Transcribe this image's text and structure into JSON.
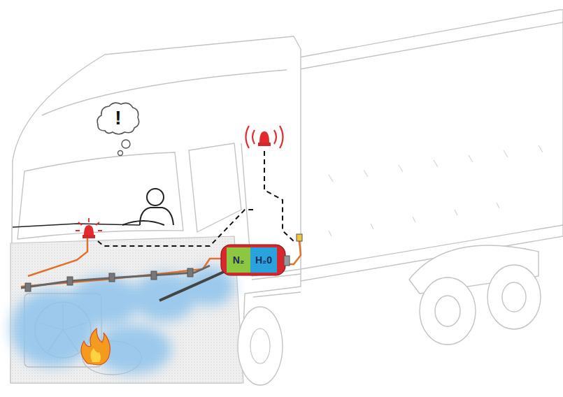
{
  "diagram": {
    "nodes": [
      {
        "text": [
          "!"
        ]
      },
      {
        "text": [
          "N₂"
        ]
      },
      {
        "text": [
          "H₂0"
        ]
      }
    ]
  }
}
